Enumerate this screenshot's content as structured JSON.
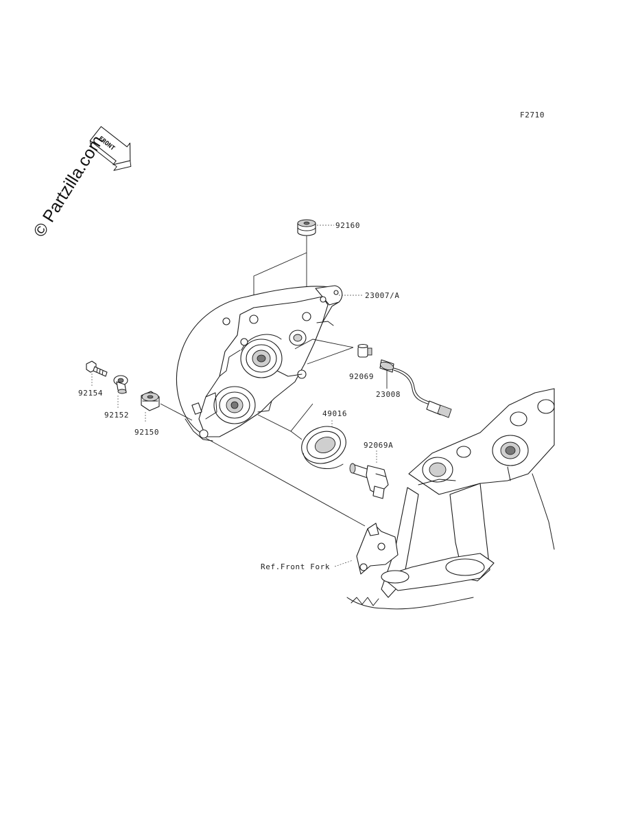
{
  "figure_code": "F2710",
  "watermark": "© Partzilla.com",
  "front_arrow": {
    "label": "FRONT",
    "icon": "front-direction-arrow-icon"
  },
  "callouts": {
    "p92160": "92160",
    "p23007a": "23007/A",
    "p92069": "92069",
    "p23008": "23008",
    "p49016": "49016",
    "p92069a": "92069A",
    "p92154": "92154",
    "p92152": "92152",
    "p92150": "92150",
    "ref_front_fork": "Ref.Front Fork"
  }
}
